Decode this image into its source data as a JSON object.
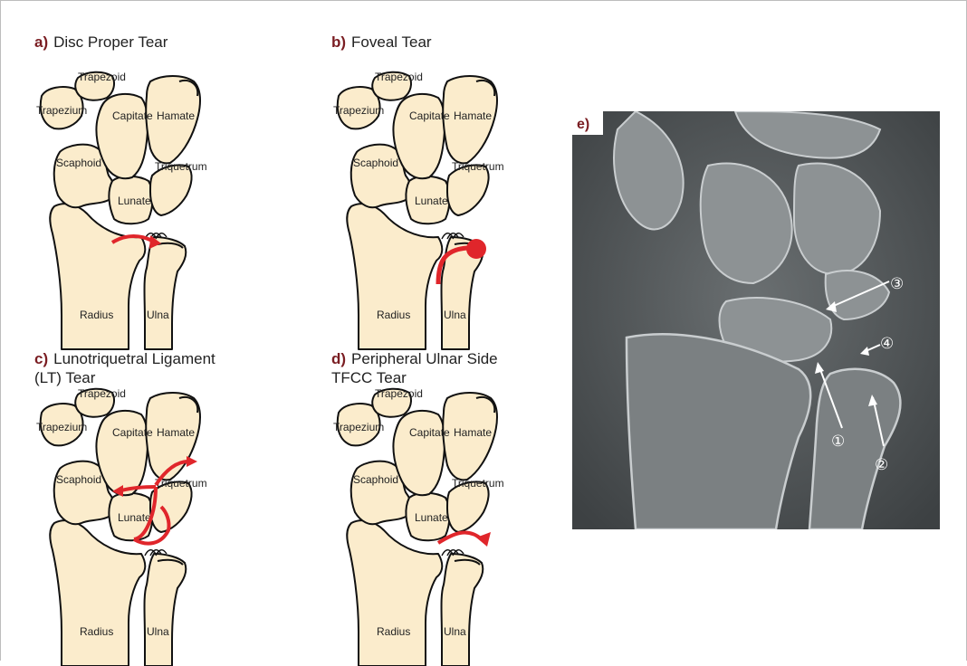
{
  "colors": {
    "bone_fill": "#fbeccc",
    "bone_stroke": "#111111",
    "tear": "#e0262b",
    "title_letter": "#7a1d22",
    "xray_bg": "#5f6466"
  },
  "bones": {
    "trapezoid": "Trapezoid",
    "trapezium": "Trapezium",
    "capitate": "Capitate",
    "hamate": "Hamate",
    "scaphoid": "Scaphoid",
    "triquetrum": "Triquetrum",
    "lunate": "Lunate",
    "radius": "Radius",
    "ulna": "Ulna"
  },
  "panels": [
    {
      "letter": "a)",
      "title_line1": "Disc Proper Tear",
      "title_line2": ""
    },
    {
      "letter": "b)",
      "title_line1": "Foveal Tear",
      "title_line2": ""
    },
    {
      "letter": "c)",
      "title_line1": "Lunotriquetral Ligament",
      "title_line2": "(LT) Tear"
    },
    {
      "letter": "d)",
      "title_line1": "Peripheral Ulnar Side",
      "title_line2": "TFCC Tear"
    }
  ],
  "xray": {
    "letter": "e)",
    "markers": [
      "①",
      "②",
      "③",
      "④"
    ]
  }
}
